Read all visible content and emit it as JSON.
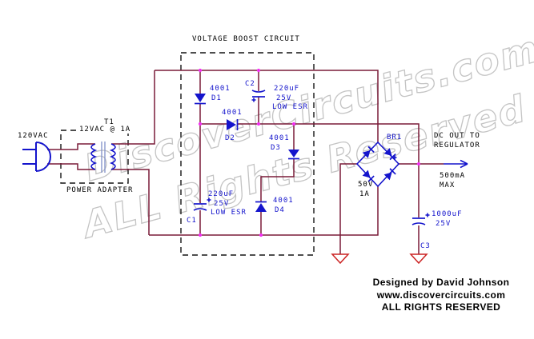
{
  "title": "VOLTAGE BOOST CIRCUIT",
  "power_adapter": {
    "box_label": "POWER ADAPTER",
    "source": "120VAC",
    "transformer": {
      "ref": "T1",
      "spec": "12VAC @ 1A"
    }
  },
  "components": {
    "d1": {
      "part": "4001",
      "ref": "D1"
    },
    "d2": {
      "part": "4001",
      "ref": "D2"
    },
    "d3": {
      "part": "4001",
      "ref": "D3"
    },
    "d4": {
      "part": "4001",
      "ref": "D4"
    },
    "c1": {
      "ref": "C1",
      "value": "220uF",
      "voltage": "25V",
      "note": "LOW ESR",
      "polarity": "+"
    },
    "c2": {
      "ref": "C2",
      "value": "220uF",
      "voltage": "25V",
      "note": "LOW ESR",
      "polarity": "+"
    },
    "c3": {
      "ref": "C3",
      "value": "1000uF",
      "voltage": "25V",
      "polarity": "+"
    },
    "br1": {
      "ref": "BR1",
      "voltage": "50V",
      "current": "1A",
      "polarity": "+"
    }
  },
  "output": {
    "dest_line1": "DC OUT TO",
    "dest_line2": "REGULATOR",
    "rating_line1": "500mA",
    "rating_line2": "MAX"
  },
  "watermark": {
    "line1": "DiscoverCircuits.com",
    "line2": "ALL Rights Reserved"
  },
  "footer": {
    "line1": "Designed by David Johnson",
    "line2": "www.discovercircuits.com",
    "line3": "ALL RIGHTS RESERVED"
  },
  "colors": {
    "wire": "#7a1b38",
    "component": "#1414cc",
    "label": "#1414cc",
    "ink": "#000000",
    "junction": "#f22ff2",
    "ground": "#cc2424",
    "core": "#8090c8",
    "watermark": "#c4c4c4"
  }
}
